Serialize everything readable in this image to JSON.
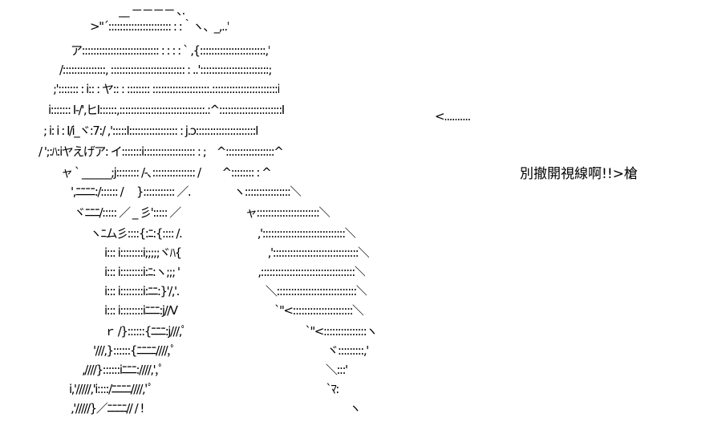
{
  "caption": "別撤開視線啊!!>槍",
  "ascii_art": {
    "lines": [
      "__ －－－－ ､.",
      ">\"´:::::::::::::::::::::: : :｀ヽ、_,..'",
      "ア::::::::::::::::::::::::::: : : : : ` ,{:::::::::::::::::::::::,'",
      "/:::::::::::::::, :::::::::::::::::::::::::: : ..'::::::::::::::::::::::::;",
      ";'::::::: : i:: : ヤ:: : :::::::: ::::::::::::::::::::.:::::::::::::::::::::::i",
      "i::::::: I-/',ヒI::::::,::::::::::::::::::::::::::::::.:^::::::::::::::::::::::I",
      "; i: i : I/i_ヾ:7:/ ,':::::I::::::::::::::::: : j.ɔ:::::::::::::::::::::I",
      "/ ';:ﾊ:iヤえげア: イ:::::::i:::::::::::::::::: : ;　^:::::::::::::::::^",
      "ャ ` ______;j:::::::: /-､::::::::::::::: /　　^:::::::: : ^",
      "',ﾆﾆﾆﾆ:/:::::: /　 }::::::::::: ／.　　　　ヽ::::::::::::::::＼",
      "ヾﾆﾆﾆ/::::: ／ _ 彡'::::: ／　　　　　　ャ::::::::::::::::::::::＼",
      "ヽﾆム彡::::{:ﾆ:{:::: /.　　　　　　　,':::::::::::::::::::::::::::::＼",
      "i::: i::::::::i;;;;;ヾﾊ{　　　　　　　　,'::::::::::::::::::::::::::::::＼",
      "i::: i::::::::i:ﾆ:ヽ;;; '　　　　　　　 ,:::::::::::::::::::::::::::::::::＼",
      "i::: i::::::::i:ﾆﾆ:}'/,'.　　　　　　　　＼::::::::::::::::::::::::::::＼",
      "i::: i::::::::iﾆﾆﾆ:j//V　　　　　　　　　`\"<:::::::::::::::::::::＼",
      "ｒ /}::::::{ﾆﾆﾆ:j///,ﾟ　　　　　　　　　　　`\"<:::::::::::::::ヽ",
      "'///,}::::::{ﾆﾆﾆﾆ////,ﾟ　　　　　　　　　　　　　　ヾ:::::::::,'",
      ",////}::::::iﾆﾆﾆ:////,',ﾟ　　　　　　　　　　　　　　　＼:::'",
      "i,'/////,'i::::/ﾆﾆﾆﾆ////,'ﾟ　　　　　　　　　　　　　　　　`ﾏ:",
      ",'/////}／ﾆﾆﾆﾆ// / !　　　　　　　　　　　　　　　　　　　ヽ"
    ],
    "arrow_text": "<.........."
  }
}
